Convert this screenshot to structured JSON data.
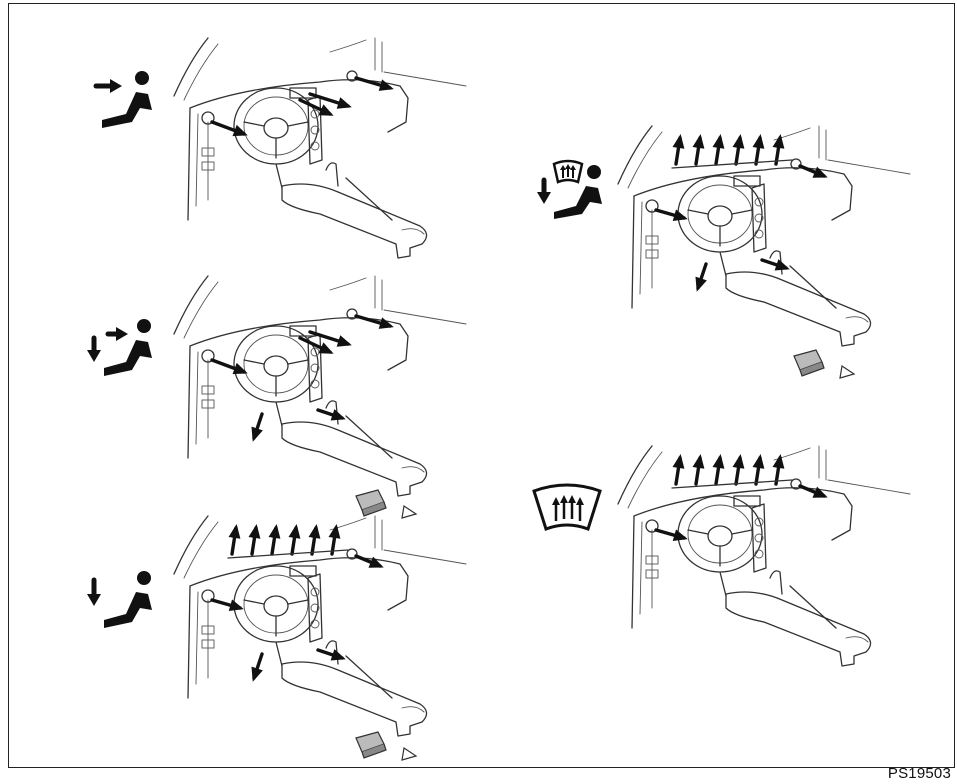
{
  "figure": {
    "code": "PS19503"
  },
  "colors": {
    "line": "#333333",
    "arrow": "#111111",
    "frame": "#222222",
    "background": "#ffffff"
  },
  "modes": [
    {
      "id": "face",
      "icon": "face-airflow-icon",
      "floor_outlets": false,
      "windshield": false,
      "floor_arrow": false
    },
    {
      "id": "bi-level",
      "icon": "bi-level-airflow-icon",
      "floor_outlets": true,
      "windshield": false,
      "floor_arrow": true
    },
    {
      "id": "feet",
      "icon": "feet-airflow-icon",
      "floor_outlets": true,
      "windshield": true,
      "floor_arrow": true
    },
    {
      "id": "feet-defroster",
      "icon": "feet-defroster-airflow-icon",
      "floor_outlets": true,
      "windshield": true,
      "floor_arrow": true
    },
    {
      "id": "defroster",
      "icon": "windshield-defroster-icon",
      "floor_outlets": false,
      "windshield": true,
      "floor_arrow": false
    }
  ]
}
